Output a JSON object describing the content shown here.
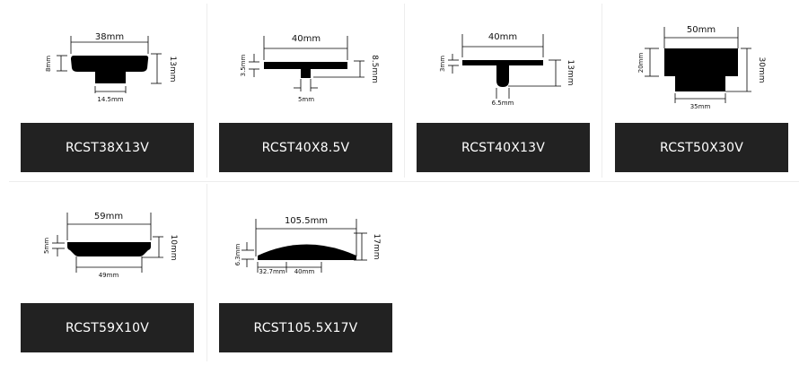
{
  "products": [
    {
      "code": "RCST38X13V",
      "dims": {
        "width": "38mm",
        "height": "13mm",
        "flange": "8mm",
        "stem": "14.5mm"
      }
    },
    {
      "code": "RCST40X8.5V",
      "dims": {
        "width": "40mm",
        "height": "8.5mm",
        "flange": "3.5mm",
        "stem": "5mm"
      }
    },
    {
      "code": "RCST40X13V",
      "dims": {
        "width": "40mm",
        "height": "13mm",
        "flange": "3mm",
        "stem": "6.5mm"
      }
    },
    {
      "code": "RCST50X30V",
      "dims": {
        "width": "50mm",
        "height": "30mm",
        "flange": "20mm",
        "stem": "35mm"
      }
    },
    {
      "code": "RCST59X10V",
      "dims": {
        "width": "59mm",
        "height": "10mm",
        "flange": "5mm",
        "stem": "49mm"
      }
    },
    {
      "code": "RCST105.5X17V",
      "dims": {
        "width": "105.5mm",
        "height": "17mm",
        "flange": "6.3mm",
        "base_left": "32.7mm",
        "base_mid": "40mm"
      }
    }
  ],
  "colors": {
    "label_bg": "#222222",
    "label_text": "#ffffff",
    "profile": "#000000",
    "divider": "#ededed"
  }
}
